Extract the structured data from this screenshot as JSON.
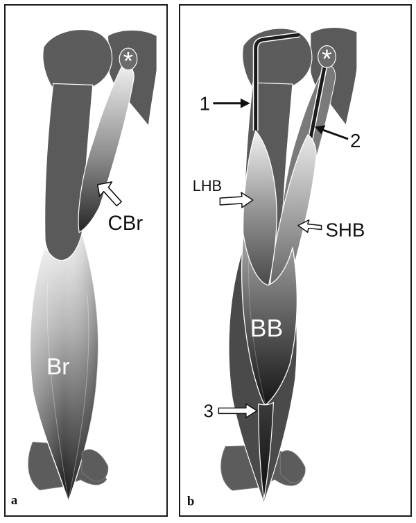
{
  "panels": [
    {
      "letter": "a",
      "labels": {
        "asterisk": "*",
        "cbr": "CBr",
        "br": "Br"
      }
    },
    {
      "letter": "b",
      "labels": {
        "asterisk": "*",
        "n1": "1",
        "n2": "2",
        "n3": "3",
        "lhb": "LHB",
        "shb": "SHB",
        "bb": "BB"
      }
    }
  ],
  "colors": {
    "bone": "#595959",
    "bone_light": "#6b6b6b",
    "muscle_light": "#f2f2f2",
    "muscle_dark": "#1e1e1e",
    "outline": "#ffffff",
    "tendon": "#1c1c1c"
  }
}
